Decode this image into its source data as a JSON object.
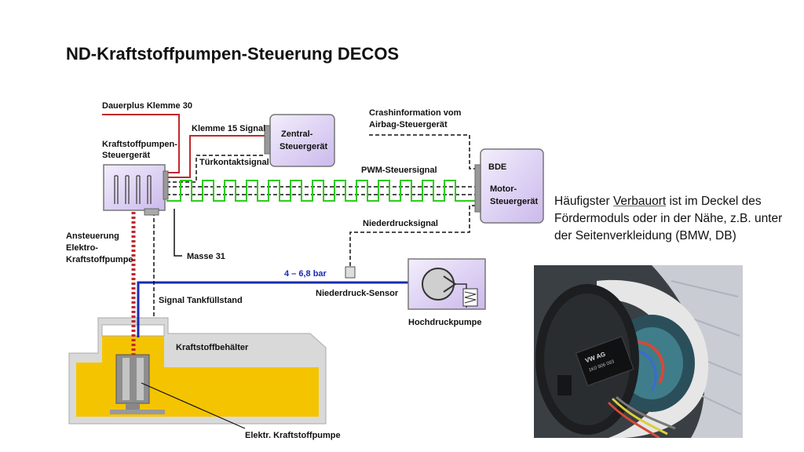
{
  "title": "ND-Kraftstoffpumpen-Steuerung DECOS",
  "labels": {
    "dauerplus": "Dauerplus Klemme 30",
    "ksg_line1": "Kraftstoffpumpen-",
    "ksg_line2": "Steuergerät",
    "klemme15": "Klemme 15 Signal",
    "tuerkontakt": "Türkontaktsignal",
    "zentral_line1": "Zentral-",
    "zentral_line2": "Steuergerät",
    "crash_line1": "Crashinformation vom",
    "crash_line2": "Airbag-Steuergerät",
    "bde": "BDE",
    "motor_line1": "Motor-",
    "motor_line2": "Steuergerät",
    "pwm": "PWM-Steuersignal",
    "niederdrucksignal": "Niederdrucksignal",
    "ansteuerung_line1": "Ansteuerung",
    "ansteuerung_line2": "Elektro-",
    "ansteuerung_line3": "Kraftstoffpumpe",
    "masse": "Masse 31",
    "pressure": "4 – 6,8 bar",
    "nd_sensor": "Niederdruck-Sensor",
    "hochdruckpumpe": "Hochdruckpumpe",
    "tankfuellstand": "Signal Tankfüllstand",
    "behaelter": "Kraftstoffbehälter",
    "elektr_pumpe": "Elektr. Kraftstoffpumpe"
  },
  "note": {
    "part1": "Häufigster ",
    "underlined": "Verbauort",
    "part2": " ist im Deckel des Fördermoduls oder in der Nähe, z.B. unter der Seitenverkleidung (BMW, DB)"
  },
  "photo": {
    "module_label_1": "VW AG",
    "module_label_2": "1K0 906 093"
  },
  "colors": {
    "power_line": "#c0282d",
    "pwm_signal": "#2ecc1a",
    "pressure_line": "#1a2bb0",
    "ecu_fill": "#e2d7f5",
    "fuel": "#f5c400",
    "tank_wall": "#d2d2d2"
  }
}
